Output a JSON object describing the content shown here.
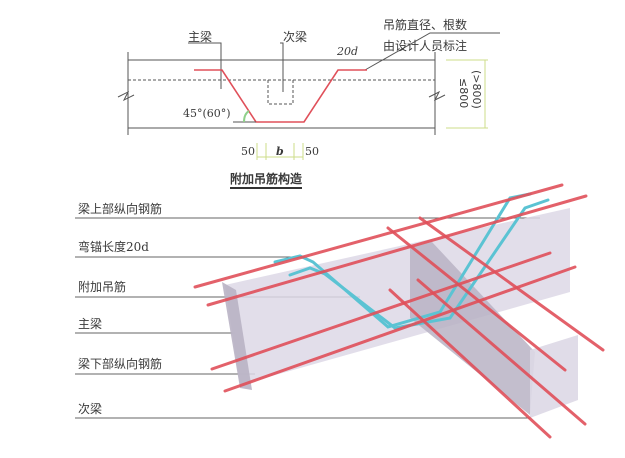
{
  "section_detail": {
    "title": "附加吊筋构造",
    "labels": {
      "main_beam": "主梁",
      "secondary_beam": "次梁",
      "anchor_length": "20d",
      "note_line1": "吊筋直径、根数",
      "note_line2": "由设计人员标注",
      "angle": "45°(60°)",
      "dim_left": "50",
      "dim_mid": "b",
      "dim_right": "50",
      "height_limit": "≤800",
      "height_limit_alt": "(>800)"
    }
  },
  "isometric_view": {
    "callouts": [
      {
        "label": "梁上部纵向钢筋"
      },
      {
        "label": "弯锚长度20d"
      },
      {
        "label": "附加吊筋"
      },
      {
        "label": "主梁"
      },
      {
        "label": "梁下部纵向钢筋"
      },
      {
        "label": "次梁"
      }
    ]
  },
  "colors": {
    "rebar": "#e0505a",
    "hanger": "#5bc3d3",
    "concrete": "#ddd8e6",
    "concrete_dark": "#b9b3c4",
    "dim_line": "#cddc8a",
    "angle_mark": "#8fd08a",
    "line": "#444444"
  }
}
